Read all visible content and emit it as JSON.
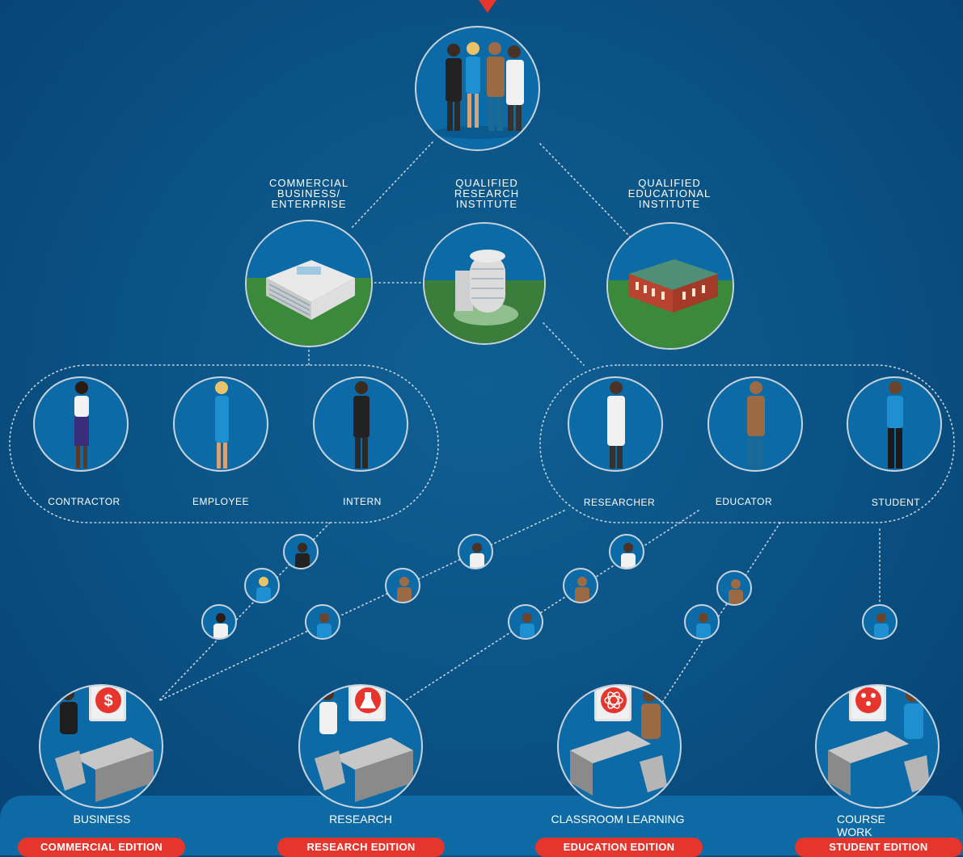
{
  "institutions": {
    "commercial": "COMMERCIAL\nBUSINESS/\nENTERPRISE",
    "research": "QUALIFIED\nRESEARCH\nINSTITUTE",
    "educational": "QUALIFIED\nEDUCATIONAL\nINSTITUTE"
  },
  "roles": [
    "CONTRACTOR",
    "EMPLOYEE",
    "INTERN",
    "RESEARCHER",
    "EDUCATOR",
    "STUDENT"
  ],
  "uses": [
    "BUSINESS",
    "RESEARCH",
    "CLASSROOM LEARNING",
    "COURSE WORK"
  ],
  "editions": [
    "COMMERCIAL EDITION",
    "RESEARCH EDITION",
    "EDUCATION EDITION",
    "STUDENT EDITION"
  ],
  "icons": [
    "dollar-icon",
    "flask-icon",
    "atom-icon",
    "molecule-icon"
  ],
  "colors": {
    "background": "#0b5487",
    "accent": "#e5352c",
    "outline": "#c9d3dc"
  }
}
